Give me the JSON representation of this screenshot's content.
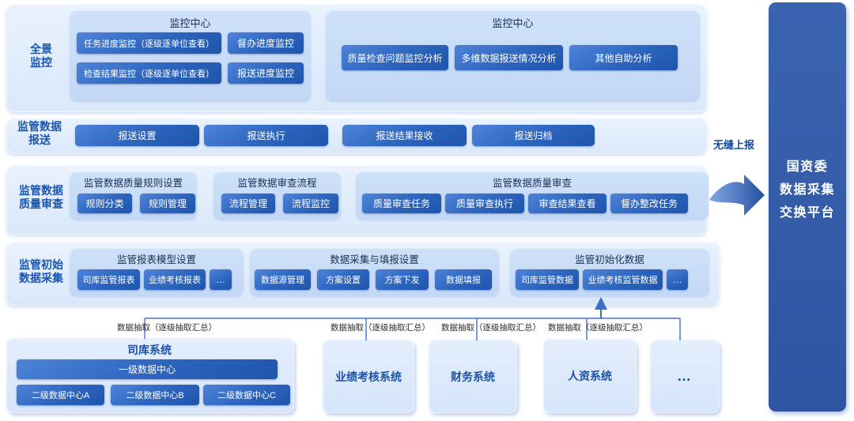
{
  "row1": {
    "label": [
      "全景",
      "监控"
    ],
    "panel1": {
      "title": "监控中心",
      "btn1": "任务进度监控（逐级逐单位查看）",
      "btn2": "督办进度监控",
      "btn3": "检查结果监控（逐级逐单位查看）",
      "btn4": "报送进度监控"
    },
    "panel2": {
      "title": "监控中心",
      "btn1": "质量检查问题监控分析",
      "btn2": "多维数据报送情况分析",
      "btn3": "其他自助分析"
    }
  },
  "row2": {
    "label": [
      "监管数据",
      "报送"
    ],
    "btn1": "报送设置",
    "btn2": "报送执行",
    "btn3": "报送结果接收",
    "btn4": "报送归档"
  },
  "row3": {
    "label": [
      "监管数据",
      "质量审查"
    ],
    "panel1": {
      "title": "监管数据质量规则设置",
      "btn1": "规则分类",
      "btn2": "规则管理"
    },
    "panel2": {
      "title": "监管数据审查流程",
      "btn1": "流程管理",
      "btn2": "流程监控"
    },
    "panel3": {
      "title": "监管数据质量审查",
      "btn1": "质量审查任务",
      "btn2": "质量审查执行",
      "btn3": "审查结果查看",
      "btn4": "督办整改任务"
    }
  },
  "row4": {
    "label": [
      "监管初始",
      "数据采集"
    ],
    "panel1": {
      "title": "监管报表模型设置",
      "btn1": "司库监管报表",
      "btn2": "业绩考核报表",
      "btn3": "…"
    },
    "panel2": {
      "title": "数据采集与填报设置",
      "btn1": "数据源管理",
      "btn2": "方案设置",
      "btn3": "方案下发",
      "btn4": "数据填报"
    },
    "panel3": {
      "title": "监管初始化数据",
      "btn1": "司库监管数据",
      "btn2": "业绩考核监管数据",
      "btn3": "…"
    }
  },
  "extract_labels": [
    "数据抽取（逐级抽取汇总）",
    "数据抽取（逐级抽取汇总）",
    "数据抽取（逐级抽取汇总）",
    "数据抽取（逐级抽取汇总）"
  ],
  "systems": {
    "treasury": {
      "title": "司库系统",
      "primary": "一级数据中心",
      "secondary": [
        "二级数据中心A",
        "二级数据中心B",
        "二级数据中心C"
      ]
    },
    "performance": "业绩考核系统",
    "finance": "财务系统",
    "hr": "人资系统",
    "more": "…"
  },
  "seamless_label": "无缝上报",
  "platform": {
    "line1": "国资委",
    "line2": "数据采集",
    "line3": "交换平台"
  },
  "colors": {
    "row_panel": "#dfeafc",
    "inner_panel": "#c9dcf8",
    "button_gradient_top": "#4e84d8",
    "button_gradient_bottom": "#1f55ab",
    "label_blue": "#1a55ae",
    "title_dark": "#1b2f55",
    "connector": "#4472c4",
    "platform_bg": "#3159a7",
    "arrow_blue": "#2a56a8"
  }
}
